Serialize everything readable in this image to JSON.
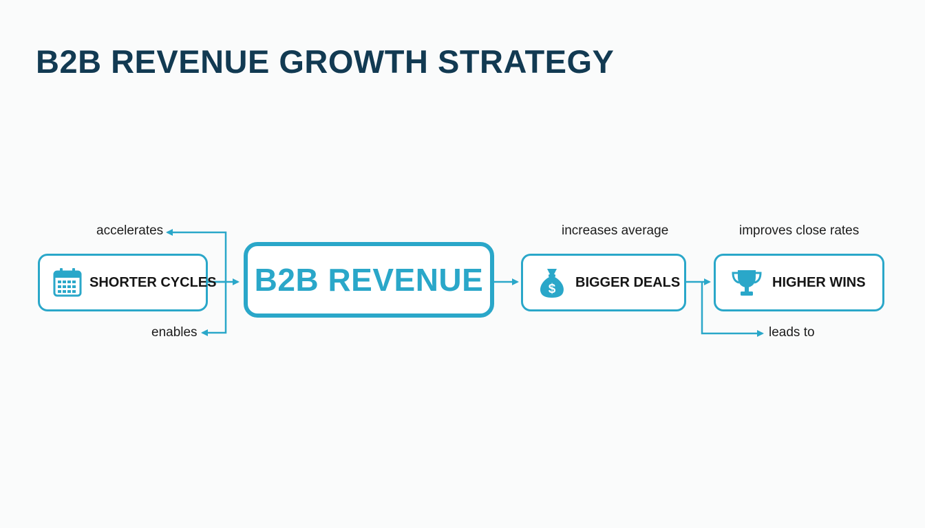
{
  "title": "B2B REVENUE GROWTH STRATEGY",
  "colors": {
    "accent": "#2aa7c9",
    "title": "#123a52",
    "text": "#151515",
    "background": "#fafbfb"
  },
  "center": {
    "label": "B2B REVENUE"
  },
  "nodes": [
    {
      "label": "SHORTER CYCLES",
      "icon": "calendar-icon"
    },
    {
      "label": "BIGGER DEALS",
      "icon": "money-bag-icon"
    },
    {
      "label": "HIGHER WINS",
      "icon": "trophy-icon"
    }
  ],
  "edge_labels": {
    "accelerates": "accelerates",
    "enables": "enables",
    "increases_average": "increases average",
    "improves_close_rates": "improves close rates",
    "leads_to": "leads to"
  }
}
